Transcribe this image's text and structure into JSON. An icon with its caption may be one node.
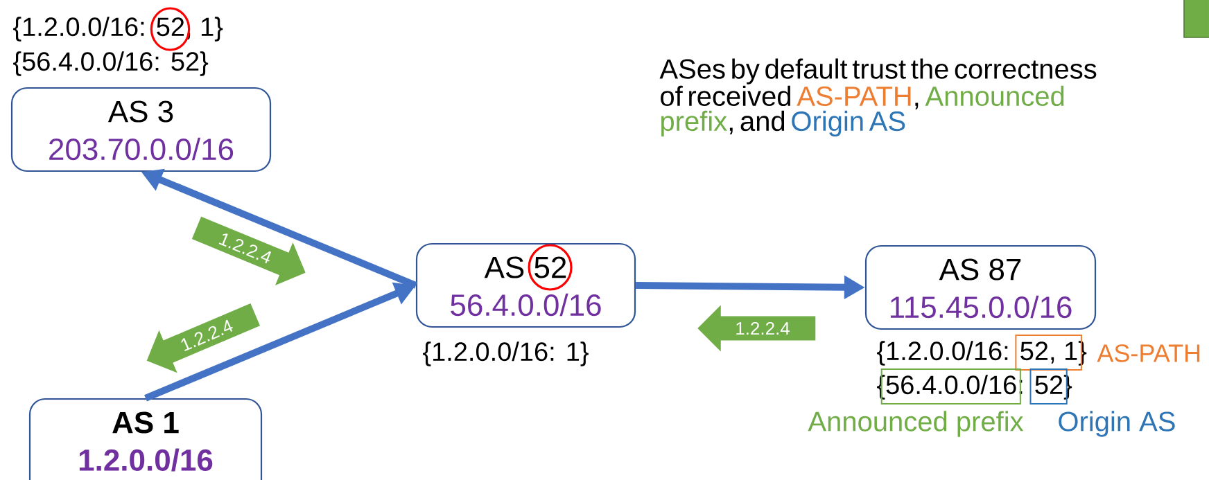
{
  "diagram": {
    "nodes": [
      {
        "text": [
          "AS 3",
          "203.70.0.0/16"
        ],
        "beside": [
          "{1.2.0.0/16: 52, 1}",
          "{56.4.0.0/16: 52}"
        ]
      },
      {
        "text": [
          "AS 52",
          "56.4.0.0/16"
        ],
        "beside": [
          "{1.2.0.0/16: 1}"
        ]
      },
      {
        "text": [
          "AS 87",
          "115.45.0.0/16"
        ],
        "beside": [
          "{1.2.0.0/16: 52, 1}",
          "{56.4.0.0/16: 52}"
        ]
      },
      {
        "text": [
          "AS 1",
          "1.2.0.0/16"
        ]
      }
    ],
    "edges": [
      {
        "from": 1,
        "to": 0,
        "arrow": "to",
        "label": "1.2.2.4"
      },
      {
        "from": 3,
        "to": 1,
        "arrow": "to",
        "label": "1.2.2.4"
      },
      {
        "from": 1,
        "to": 2,
        "arrow": "to",
        "label": "1.2.2.4"
      }
    ],
    "labels": [
      "ASes by default trust the correctness of received",
      "AS-PATH",
      ",",
      "Announced prefix",
      ", and",
      "Origin AS",
      "AS-PATH",
      "Announced prefix",
      "Origin AS"
    ]
  }
}
